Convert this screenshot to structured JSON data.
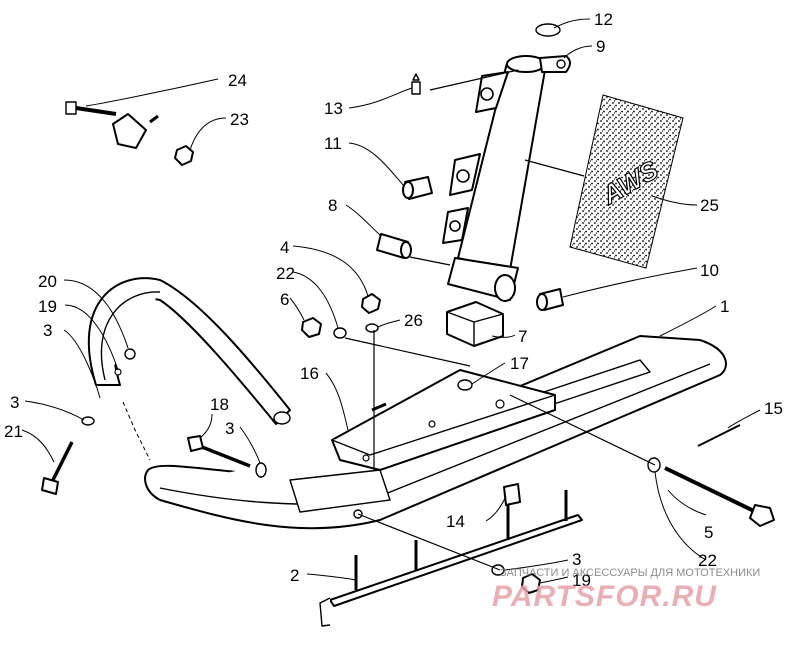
{
  "diagram": {
    "callouts": [
      {
        "id": "12",
        "text": "12"
      },
      {
        "id": "9",
        "text": "9"
      },
      {
        "id": "24",
        "text": "24"
      },
      {
        "id": "23",
        "text": "23"
      },
      {
        "id": "13",
        "text": "13"
      },
      {
        "id": "11",
        "text": "11"
      },
      {
        "id": "25",
        "text": "25"
      },
      {
        "id": "8",
        "text": "8"
      },
      {
        "id": "4",
        "text": "4"
      },
      {
        "id": "22a",
        "text": "22"
      },
      {
        "id": "10",
        "text": "10"
      },
      {
        "id": "20",
        "text": "20"
      },
      {
        "id": "6",
        "text": "6"
      },
      {
        "id": "26",
        "text": "26"
      },
      {
        "id": "19a",
        "text": "19"
      },
      {
        "id": "1",
        "text": "1"
      },
      {
        "id": "3a",
        "text": "3"
      },
      {
        "id": "7",
        "text": "7"
      },
      {
        "id": "17",
        "text": "17"
      },
      {
        "id": "16",
        "text": "16"
      },
      {
        "id": "3b",
        "text": "3"
      },
      {
        "id": "18",
        "text": "18"
      },
      {
        "id": "15",
        "text": "15"
      },
      {
        "id": "3c",
        "text": "3"
      },
      {
        "id": "21",
        "text": "21"
      },
      {
        "id": "5",
        "text": "5"
      },
      {
        "id": "14",
        "text": "14"
      },
      {
        "id": "22b",
        "text": "22"
      },
      {
        "id": "3d",
        "text": "3"
      },
      {
        "id": "2",
        "text": "2"
      },
      {
        "id": "19b",
        "text": "19"
      }
    ],
    "decal_text": "AWS"
  },
  "watermark": {
    "caption": "ЗАПЧАСТИ И АКСЕССУАРЫ ДЛЯ МОТОТЕХНИКИ",
    "logo": "PARTSFOR.RU"
  },
  "colors": {
    "line": "#000000",
    "background": "#ffffff",
    "watermark": "#e6a2a8"
  }
}
